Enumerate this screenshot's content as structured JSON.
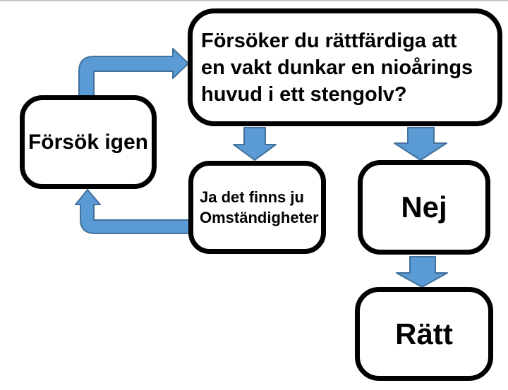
{
  "diagram": {
    "type": "flowchart",
    "language": "sv",
    "nodes": {
      "question": {
        "lines": [
          "Försöker du rättfärdiga att",
          "en vakt dunkar en nioårings",
          "huvud i ett stengolv?"
        ]
      },
      "retry": {
        "label": "Försök igen"
      },
      "excuse": {
        "lines": [
          "Ja det finns ju",
          "Omständigheter"
        ]
      },
      "no": {
        "label": "Nej"
      },
      "right": {
        "label": "Rätt"
      }
    },
    "connectors": [
      {
        "name": "retry-to-question",
        "type": "elbow-arrow",
        "direction": "up-then-right"
      },
      {
        "name": "question-to-excuse",
        "type": "block-arrow",
        "direction": "down"
      },
      {
        "name": "question-to-no",
        "type": "block-arrow",
        "direction": "down"
      },
      {
        "name": "excuse-to-retry",
        "type": "elbow-arrow",
        "direction": "left-then-up"
      },
      {
        "name": "no-to-right",
        "type": "block-arrow",
        "direction": "down"
      }
    ],
    "colors": {
      "arrow_fill": "#5b9bd5",
      "arrow_stroke": "#41719c",
      "box_border": "#000000",
      "box_fill": "#ffffff",
      "background": "#ffffff",
      "top_edge_line": "#c9c9c9",
      "text": "#000000"
    }
  }
}
